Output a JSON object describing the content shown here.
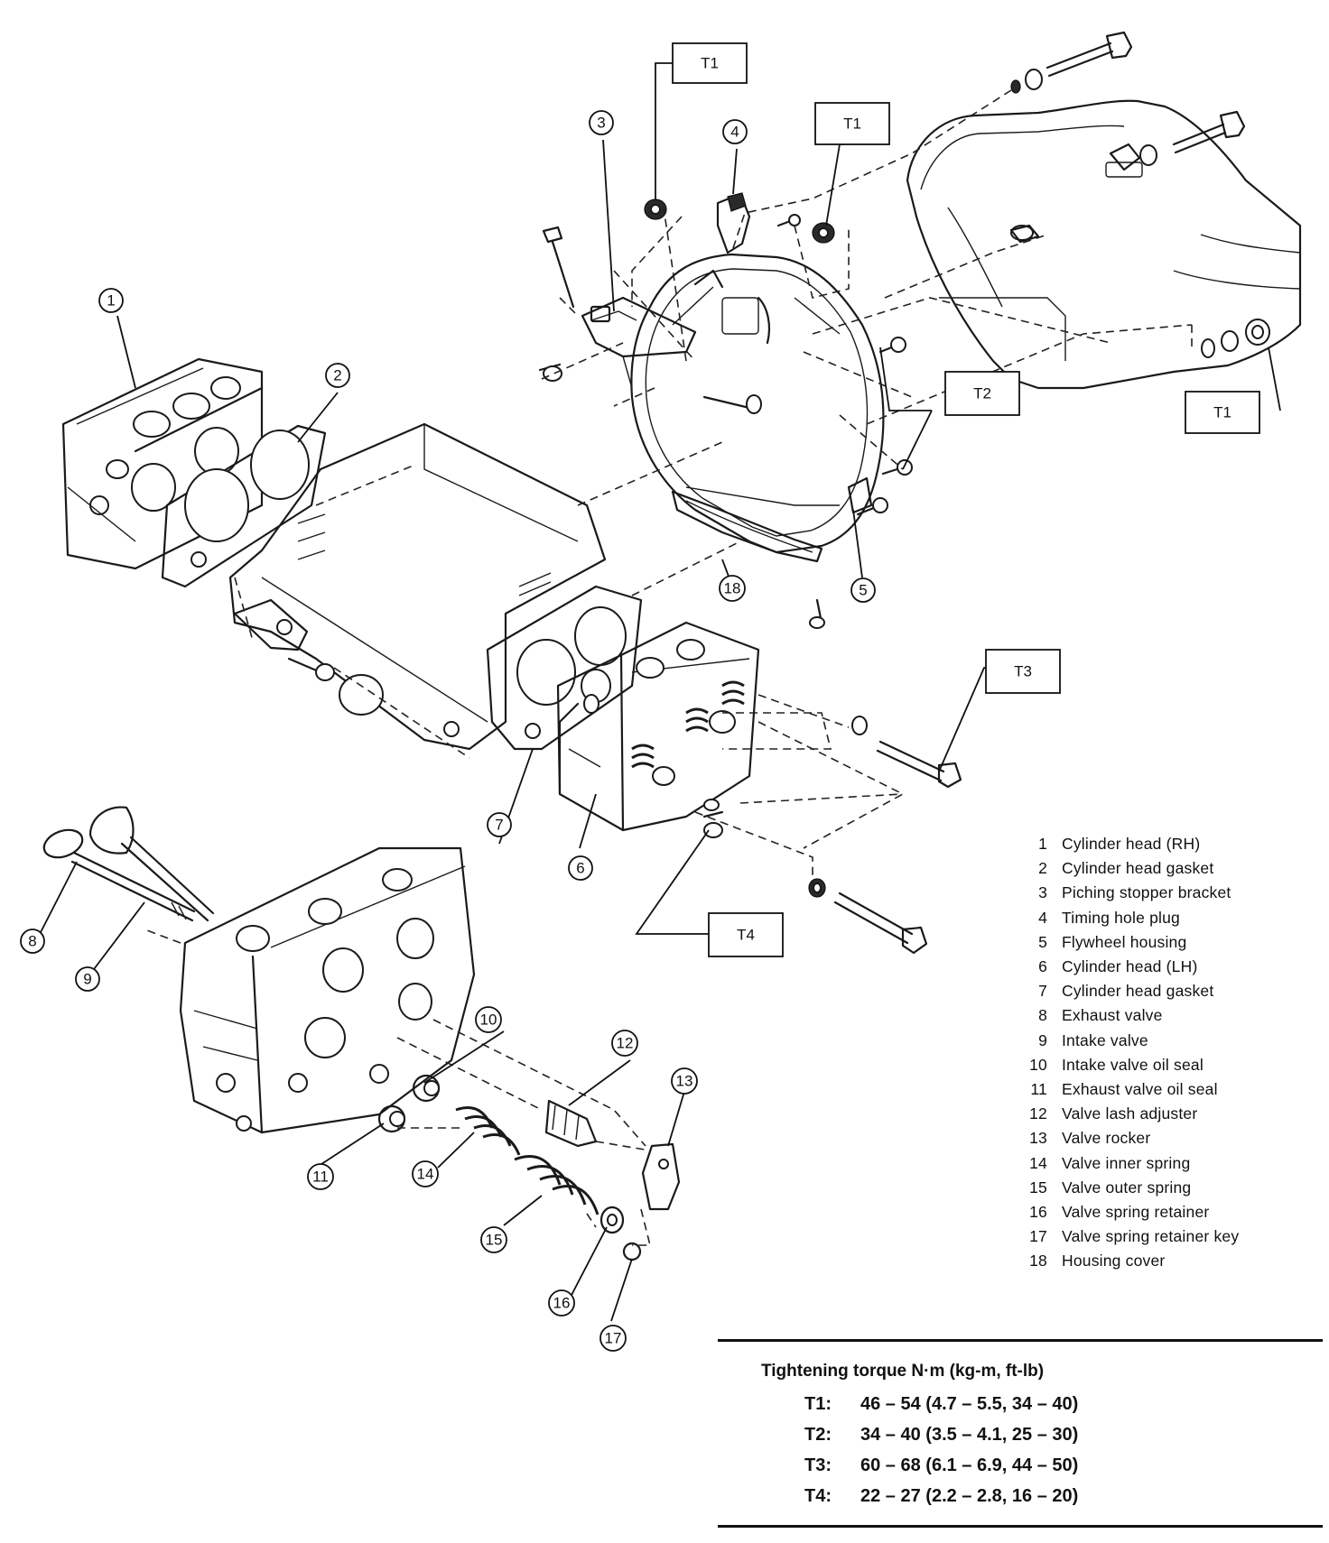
{
  "torque_boxes": {
    "t1": "T1",
    "t2": "T2",
    "t3": "T3",
    "t4": "T4"
  },
  "callouts": [
    "1",
    "2",
    "3",
    "4",
    "5",
    "6",
    "7",
    "8",
    "9",
    "10",
    "11",
    "12",
    "13",
    "14",
    "15",
    "16",
    "17",
    "18"
  ],
  "legend": [
    {
      "num": "1",
      "text": "Cylinder head (RH)"
    },
    {
      "num": "2",
      "text": "Cylinder head gasket"
    },
    {
      "num": "3",
      "text": "Piching stopper bracket"
    },
    {
      "num": "4",
      "text": "Timing hole plug"
    },
    {
      "num": "5",
      "text": "Flywheel housing"
    },
    {
      "num": "6",
      "text": "Cylinder head (LH)"
    },
    {
      "num": "7",
      "text": "Cylinder head gasket"
    },
    {
      "num": "8",
      "text": "Exhaust valve"
    },
    {
      "num": "9",
      "text": "Intake valve"
    },
    {
      "num": "10",
      "text": "Intake valve oil seal"
    },
    {
      "num": "11",
      "text": "Exhaust valve oil seal"
    },
    {
      "num": "12",
      "text": "Valve lash adjuster"
    },
    {
      "num": "13",
      "text": "Valve rocker"
    },
    {
      "num": "14",
      "text": "Valve inner spring"
    },
    {
      "num": "15",
      "text": "Valve outer spring"
    },
    {
      "num": "16",
      "text": "Valve spring retainer"
    },
    {
      "num": "17",
      "text": "Valve spring retainer key"
    },
    {
      "num": "18",
      "text": "Housing cover"
    }
  ],
  "torque_table": {
    "title": "Tightening torque  N·m (kg-m, ft-lb)",
    "rows": [
      {
        "code": "T1:",
        "value": "46 – 54 (4.7 – 5.5, 34 – 40)"
      },
      {
        "code": "T2:",
        "value": "34 – 40 (3.5 – 4.1, 25 – 30)"
      },
      {
        "code": "T3:",
        "value": "60 – 68 (6.1 – 6.9, 44 – 50)"
      },
      {
        "code": "T4:",
        "value": "22 – 27 (2.2 – 2.8, 16 – 20)"
      }
    ]
  }
}
